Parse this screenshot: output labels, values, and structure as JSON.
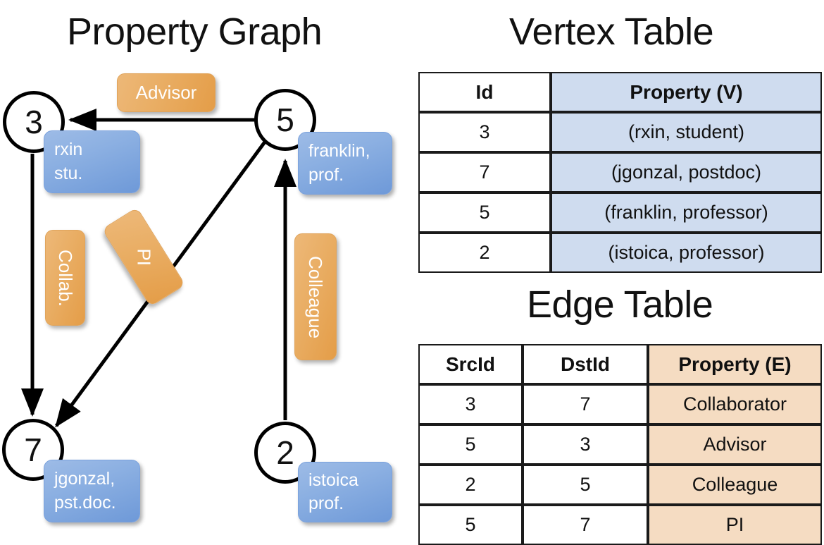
{
  "titles": {
    "graph": "Property Graph",
    "vertex_table": "Vertex Table",
    "edge_table": "Edge Table"
  },
  "colors": {
    "vertex_property_fill": "#cfdcef",
    "edge_property_fill": "#f5dcc2",
    "vertex_box_blue": "#8cb0e2",
    "edge_label_orange": "#e9ad63",
    "stroke": "#000000"
  },
  "graph": {
    "nodes": [
      {
        "id": "3",
        "property_lines": [
          "rxin",
          "stu."
        ]
      },
      {
        "id": "5",
        "property_lines": [
          "franklin,",
          "prof."
        ]
      },
      {
        "id": "7",
        "property_lines": [
          "jgonzal,",
          "pst.doc."
        ]
      },
      {
        "id": "2",
        "property_lines": [
          "istoica",
          "prof."
        ]
      }
    ],
    "edge_labels": [
      {
        "name": "advisor",
        "text": "Advisor"
      },
      {
        "name": "collab",
        "text": "Collab."
      },
      {
        "name": "pi",
        "text": "PI"
      },
      {
        "name": "colleague",
        "text": "Colleague"
      }
    ],
    "edges": [
      {
        "src": "5",
        "dst": "3",
        "label": "Advisor"
      },
      {
        "src": "3",
        "dst": "7",
        "label": "Collab."
      },
      {
        "src": "5",
        "dst": "7",
        "label": "PI"
      },
      {
        "src": "2",
        "dst": "5",
        "label": "Colleague"
      }
    ]
  },
  "vertex_table": {
    "headers": [
      "Id",
      "Property (V)"
    ],
    "rows": [
      {
        "id": "3",
        "property": "(rxin, student)"
      },
      {
        "id": "7",
        "property": "(jgonzal, postdoc)"
      },
      {
        "id": "5",
        "property": "(franklin, professor)"
      },
      {
        "id": "2",
        "property": "(istoica, professor)"
      }
    ]
  },
  "edge_table": {
    "headers": [
      "SrcId",
      "DstId",
      "Property (E)"
    ],
    "rows": [
      {
        "src": "3",
        "dst": "7",
        "property": "Collaborator"
      },
      {
        "src": "5",
        "dst": "3",
        "property": "Advisor"
      },
      {
        "src": "2",
        "dst": "5",
        "property": "Colleague"
      },
      {
        "src": "5",
        "dst": "7",
        "property": "PI"
      }
    ]
  }
}
